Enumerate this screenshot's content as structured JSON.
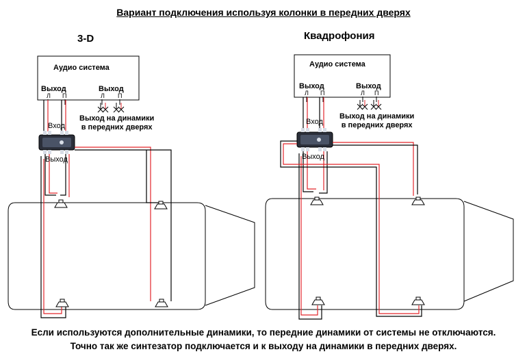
{
  "title": "Вариант подключения используя колонки в передних дверях",
  "left": {
    "heading": "3-D",
    "unit_label": "Аудио система",
    "out_left_label": "Выход",
    "out_right_label": "Выход",
    "ch_l": "Л",
    "ch_r": "П",
    "front_out_label": "Выход на динамики\nв передних дверях",
    "module_in_label": "Вход",
    "module_out_label": "Выход"
  },
  "right": {
    "heading": "Квадрофония",
    "unit_label": "Аудио система",
    "out_left_label": "Выход",
    "out_right_label": "Выход",
    "ch_l": "Л",
    "ch_r": "П",
    "front_out_label": "Выход на динамики\nв передних дверях",
    "module_in_label": "Вход",
    "module_out_label": "Выход"
  },
  "footer": {
    "line1": "Если используются дополнительные динамики, то передние динамики от системы не отключаются.",
    "line2": "Точно так же синтезатор подключается и к выходу на динамики в передних дверях."
  },
  "colors": {
    "wire_red": "#e3262b",
    "wire_black": "#000000",
    "module": "#2b2f3a"
  }
}
